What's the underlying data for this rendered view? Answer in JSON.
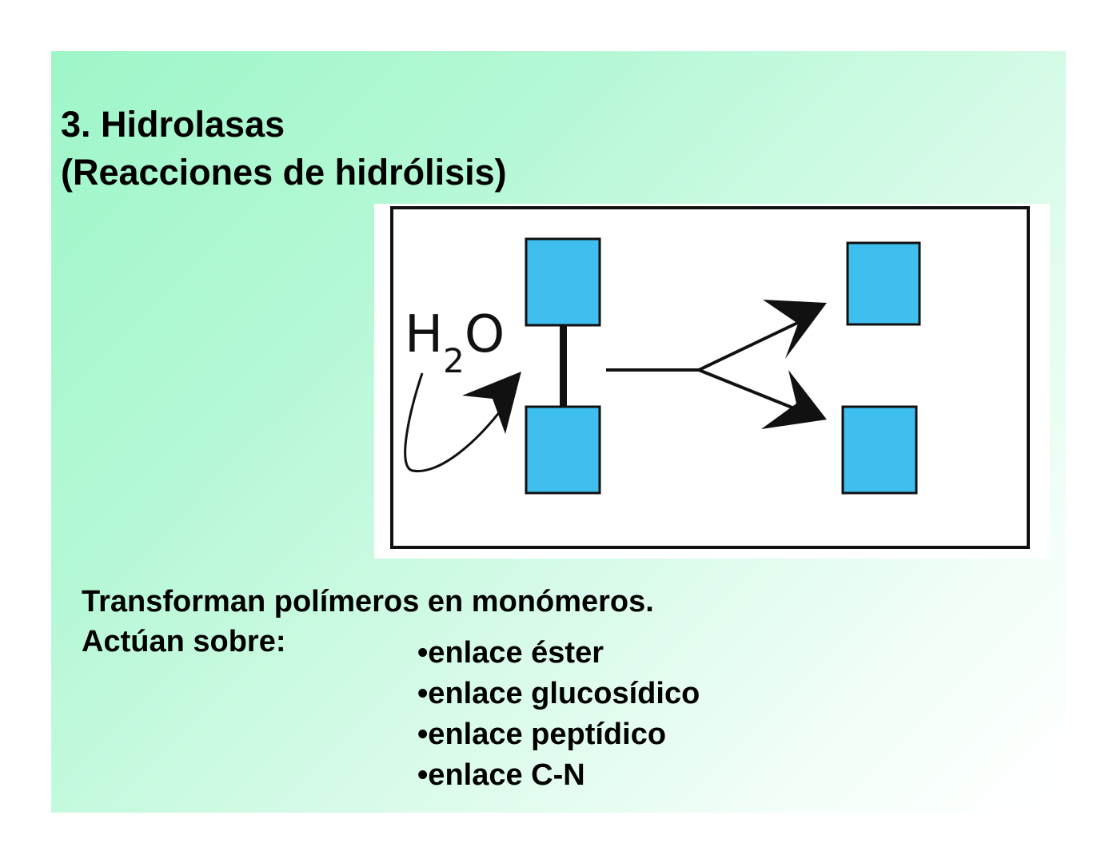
{
  "title": {
    "line1": "3. Hidrolasas",
    "line2": "(Reacciones de hidrólisis)"
  },
  "diagram": {
    "water_label": "H",
    "water_subscript": "2",
    "water_tail": "O",
    "monomer_color": "#3ebff0",
    "bond_color": "#000000"
  },
  "description": {
    "line1": "Transforman polímeros en monómeros.",
    "line2": "Actúan sobre:"
  },
  "bonds": [
    "•enlace éster",
    "•enlace glucosídico",
    "•enlace peptídico",
    "•enlace C-N"
  ]
}
